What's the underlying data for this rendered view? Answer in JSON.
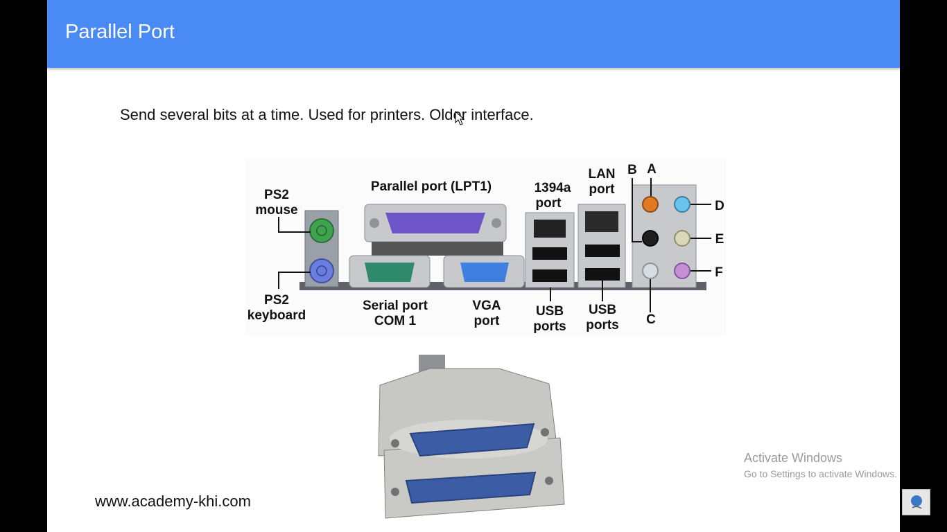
{
  "slide": {
    "title": "Parallel Port",
    "body_text": "Send several bits at a time. Used for printers. Older interface.",
    "website": "www.academy-khi.com"
  },
  "port_diagram": {
    "labels": {
      "ps2_mouse_1": "PS2",
      "ps2_mouse_2": "mouse",
      "ps2_keyboard_1": "PS2",
      "ps2_keyboard_2": "keyboard",
      "parallel": "Parallel port (LPT1)",
      "serial_1": "Serial port",
      "serial_2": "COM 1",
      "vga_1": "VGA",
      "vga_2": "port",
      "firewire_1": "1394a",
      "firewire_2": "port",
      "lan_1": "LAN",
      "lan_2": "port",
      "usb_left_1": "USB",
      "usb_left_2": "ports",
      "usb_right_1": "USB",
      "usb_right_2": "ports",
      "a": "A",
      "b": "B",
      "c": "C",
      "d": "D",
      "e": "E",
      "f": "F"
    }
  },
  "watermark": {
    "title": "Activate Windows",
    "subtitle": "Go to Settings to activate Windows."
  },
  "colors": {
    "header": "#4a8af4",
    "ps2_mouse": "#3fa34d",
    "ps2_keyboard": "#6a7ee0",
    "parallel": "#6d55c8",
    "serial": "#2e8a6a",
    "vga": "#3f7fe0"
  }
}
